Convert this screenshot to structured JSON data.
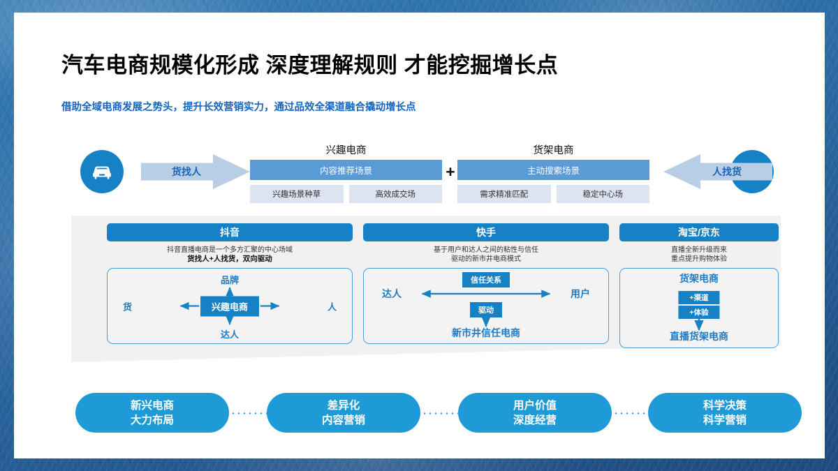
{
  "theme": {
    "accent_blue": "#1781C6",
    "pill_blue": "#1E9BD7",
    "bar_blue": "#5B9BD5",
    "chip_blue": "#DCE3F1",
    "arrow_blue": "#B9CDE5",
    "text_blue": "#1565C0",
    "panel_gray": "#F1F1F1"
  },
  "header": {
    "title": "汽车电商规模化形成 深度理解规则 才能挖掘增长点",
    "subtitle": "借助全域电商发展之势头，提升长效营销实力，通过品效全渠道融合撬动增长点"
  },
  "flow": {
    "left_icon": "car-icon",
    "right_icon": "people-icon",
    "left_arrow_label": "货找人",
    "right_arrow_label": "人找货",
    "plus": "+",
    "columns": [
      {
        "caption": "兴趣电商",
        "bar": "内容推荐场景",
        "chips": [
          "兴趣场景种草",
          "高效成交场"
        ]
      },
      {
        "caption": "货架电商",
        "bar": "主动搜索场景",
        "chips": [
          "需求精准匹配",
          "稳定中心场"
        ]
      }
    ]
  },
  "platforms": [
    {
      "name": "抖音",
      "desc_line1": "抖音直播电商是一个多方汇聚的中心场域",
      "desc_line2": "货找人+人找货，双向驱动",
      "diagram": {
        "center": "兴趣电商",
        "top": "品牌",
        "bottom": "达人",
        "left": "货",
        "right": "人"
      }
    },
    {
      "name": "快手",
      "desc_line1": "基于用户和达人之间的粘性与信任",
      "desc_line2": "驱动的新市井电商模式",
      "diagram": {
        "top_box": "信任关系",
        "mid_box": "驱动",
        "left": "达人",
        "right": "用户",
        "bottom": "新市井信任电商"
      }
    },
    {
      "name": "淘宝/京东",
      "desc_line1": "直播全新升级而来",
      "desc_line2": "重点提升购物体验",
      "diagram": {
        "top": "货架电商",
        "box1": "+渠道",
        "box2": "+体验",
        "bottom": "直播货架电商"
      }
    }
  ],
  "pills": [
    {
      "line1": "新兴电商",
      "line2": "大力布局"
    },
    {
      "line1": "差异化",
      "line2": "内容营销"
    },
    {
      "line1": "用户价值",
      "line2": "深度经营"
    },
    {
      "line1": "科学决策",
      "line2": "科学营销"
    }
  ]
}
